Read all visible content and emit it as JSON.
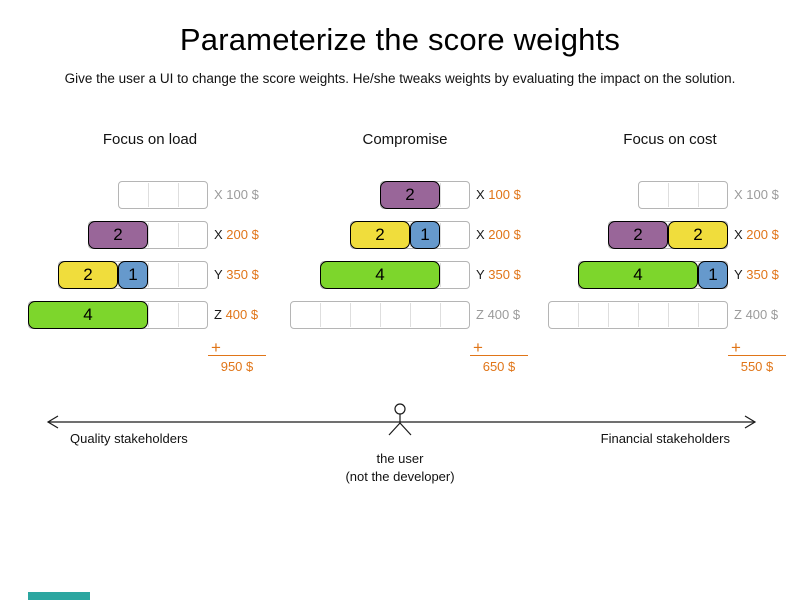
{
  "title": "Parameterize the score weights",
  "subtitle": "Give the user a UI to change the score weights. He/she tweaks weights by evaluating the impact on the solution.",
  "plus_sign": "+",
  "colors": {
    "purple": "#996699",
    "yellow": "#f0dd3c",
    "blue": "#6699cc",
    "green": "#7dd62c",
    "orange": "#e07518",
    "gray": "#9b9b9b",
    "name_dark": "#1a1a1a"
  },
  "columns": [
    {
      "header": "Focus on load",
      "total": "950 $",
      "rows": [
        {
          "name": "X",
          "cost": "100 $",
          "used": false,
          "capacity": 3,
          "blocks": []
        },
        {
          "name": "X",
          "cost": "200 $",
          "used": true,
          "capacity": 4,
          "blocks": [
            {
              "value": "2",
              "color": "purple"
            }
          ]
        },
        {
          "name": "Y",
          "cost": "350 $",
          "used": true,
          "capacity": 5,
          "blocks": [
            {
              "value": "2",
              "color": "yellow"
            },
            {
              "value": "1",
              "color": "blue"
            }
          ]
        },
        {
          "name": "Z",
          "cost": "400 $",
          "used": true,
          "capacity": 6,
          "blocks": [
            {
              "value": "4",
              "color": "green"
            }
          ]
        }
      ]
    },
    {
      "header": "Compromise",
      "total": "650 $",
      "rows": [
        {
          "name": "X",
          "cost": "100 $",
          "used": true,
          "capacity": 3,
          "blocks": [
            {
              "value": "2",
              "color": "purple"
            }
          ]
        },
        {
          "name": "X",
          "cost": "200 $",
          "used": true,
          "capacity": 4,
          "blocks": [
            {
              "value": "2",
              "color": "yellow"
            },
            {
              "value": "1",
              "color": "blue"
            }
          ]
        },
        {
          "name": "Y",
          "cost": "350 $",
          "used": true,
          "capacity": 5,
          "blocks": [
            {
              "value": "4",
              "color": "green"
            }
          ]
        },
        {
          "name": "Z",
          "cost": "400 $",
          "used": false,
          "capacity": 6,
          "blocks": []
        }
      ]
    },
    {
      "header": "Focus on cost",
      "total": "550 $",
      "rows": [
        {
          "name": "X",
          "cost": "100 $",
          "used": false,
          "capacity": 3,
          "blocks": []
        },
        {
          "name": "X",
          "cost": "200 $",
          "used": true,
          "capacity": 4,
          "blocks": [
            {
              "value": "2",
              "color": "purple"
            },
            {
              "value": "2",
              "color": "yellow"
            }
          ]
        },
        {
          "name": "Y",
          "cost": "350 $",
          "used": true,
          "capacity": 5,
          "blocks": [
            {
              "value": "4",
              "color": "green"
            },
            {
              "value": "1",
              "color": "blue"
            }
          ]
        },
        {
          "name": "Z",
          "cost": "400 $",
          "used": false,
          "capacity": 6,
          "blocks": []
        }
      ]
    }
  ],
  "axis": {
    "left_label": "Quality stakeholders",
    "right_label": "Financial stakeholders",
    "center_line1": "the user",
    "center_line2": "(not the developer)"
  }
}
